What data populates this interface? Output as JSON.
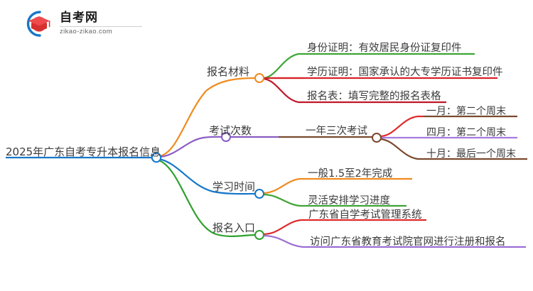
{
  "logo": {
    "name_cn": "自考网",
    "domain": "zikao-zikao.com",
    "mark_icon": "graduation-cap-icon",
    "arc_color": "#1677c9",
    "cap_color": "#e03a3c"
  },
  "mindmap": {
    "root": {
      "label": "2025年广东自考专升本报名信息",
      "node_color": "#1677c9",
      "underline_color": "#1677c9"
    },
    "branches": [
      {
        "label": "报名材料",
        "color": "#ef8b1f",
        "node_color": "#ef8b1f",
        "children": [
          {
            "label": "身份证明：有效居民身份证复印件",
            "color": "#3fa535"
          },
          {
            "label": "学历证明：国家承认的大专学历证书复印件",
            "color": "#d8222a"
          },
          {
            "label": "报名表：填写完整的报名表格",
            "color": "#c0182a"
          }
        ]
      },
      {
        "label": "考试次数",
        "color": "#8a5bc4",
        "node_color": "#8a5bc4",
        "children": [
          {
            "label": "一年三次考试",
            "color": "#7a4a2e",
            "node_color": "#7a4a2e",
            "children": [
              {
                "label": "一月：第二个周末",
                "color": "#e02a2a"
              },
              {
                "label": "四月：第二个周末",
                "color": "#a57ce0"
              },
              {
                "label": "十月：最后一个周末",
                "color": "#7a4a2e"
              }
            ]
          }
        ]
      },
      {
        "label": "学习时间",
        "color": "#1677c9",
        "node_color": "#1677c9",
        "children": [
          {
            "label": "一般1.5至2年完成",
            "color": "#ef8b1f"
          },
          {
            "label": "灵活安排学习进度",
            "color": "#3fa535"
          }
        ]
      },
      {
        "label": "报名入口",
        "color": "#2ea12e",
        "node_color": "#2ea12e",
        "children": [
          {
            "label": "广东省自学考试管理系统",
            "color": "#e02a2a"
          },
          {
            "label": "访问广东省教育考试院官网进行注册和报名",
            "color": "#9b6fd4"
          }
        ]
      }
    ]
  }
}
